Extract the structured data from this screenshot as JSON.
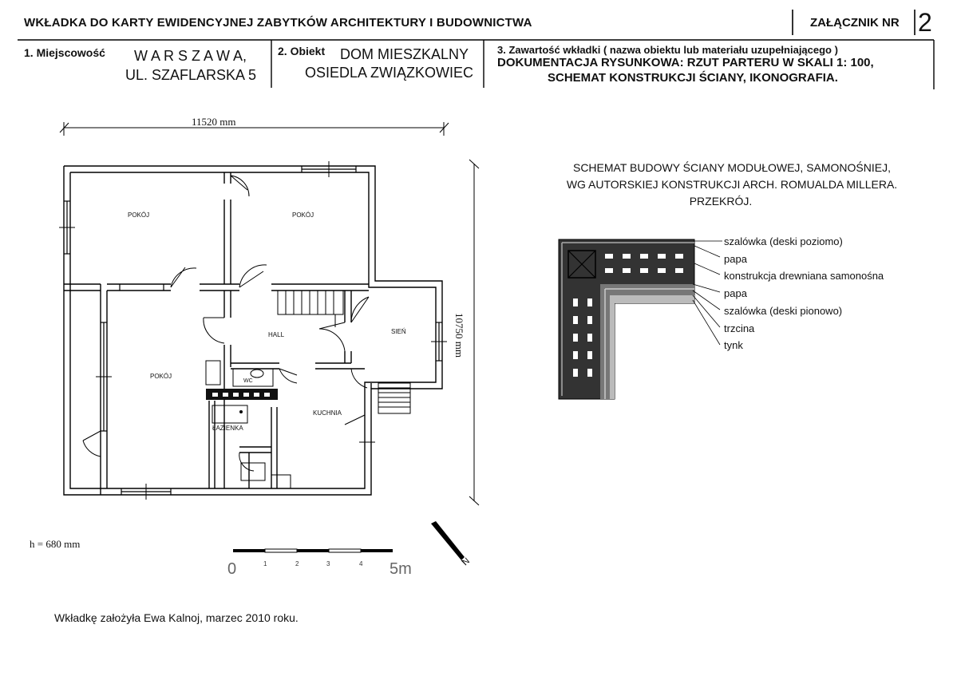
{
  "header": {
    "title": "WKŁADKA DO KARTY EWIDENCYJNEJ ZABYTKÓW ARCHITEKTURY I BUDOWNICTWA",
    "attachment_label": "ZAŁĄCZNIK NR",
    "attachment_number": "2"
  },
  "fields": {
    "locality_label": "1. Miejscowość",
    "locality_line1": "W A R S Z A W A,",
    "locality_line2": "UL. SZAFLARSKA 5",
    "object_label": "2. Obiekt",
    "object_line1": "DOM MIESZKALNY",
    "object_line2": "OSIEDLA ZWIĄZKOWIEC",
    "content_label": "3. Zawartość wkładki ( nazwa obiektu lub materiału uzupełniającego )",
    "content_line1": "DOKUMENTACJA RYSUNKOWA: RZUT PARTERU W SKALI 1: 100,",
    "content_line2": "SCHEMAT KONSTRUKCJI ŚCIANY, IKONOGRAFIA."
  },
  "plan": {
    "width_dim": "11520 mm",
    "height_dim": "10750 mm",
    "h_note": "h = 680 mm",
    "rooms": {
      "pokoj_nw": "POKÓJ",
      "pokoj_ne": "POKÓJ",
      "pokoj_w": "POKÓJ",
      "hall": "HALL",
      "sien": "SIEŃ",
      "wc": "WC",
      "lazienka": "ŁAZIENKA",
      "kuchnia": "KUCHNIA"
    },
    "scale": {
      "start": "0",
      "t1": "1",
      "t2": "2",
      "t3": "3",
      "t4": "4",
      "end": "5m"
    },
    "north": "N"
  },
  "wall_schema": {
    "caption_line1": "SCHEMAT BUDOWY ŚCIANY MODUŁOWEJ, SAMONOŚNIEJ,",
    "caption_line2": "WG AUTORSKIEJ KONSTRUKCJI ARCH. ROMUALDA MILLERA.",
    "caption_line3": "PRZEKRÓJ.",
    "layers": [
      "szalówka (deski poziomo)",
      "papa",
      "konstrukcja drewniana samonośna",
      "papa",
      "szalówka (deski pionowo)",
      "trzcina",
      "tynk"
    ]
  },
  "footer": {
    "text": "Wkładkę założyła Ewa Kalnoj, marzec 2010 roku."
  }
}
